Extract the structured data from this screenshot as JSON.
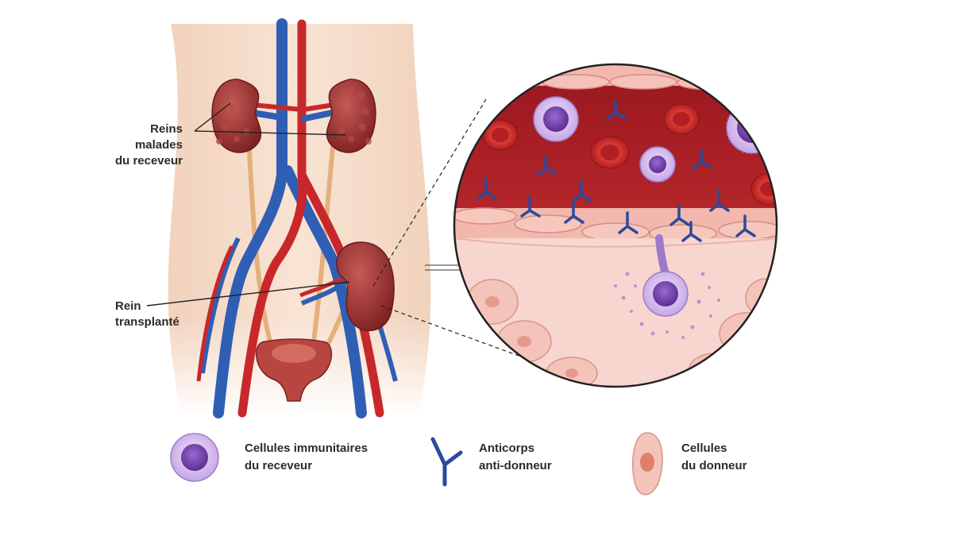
{
  "labels": {
    "diseased_kidneys": {
      "line1": "Reins malades",
      "line2": "du receveur"
    },
    "transplanted_kidney": {
      "line1": "Rein",
      "line2": "transplanté"
    }
  },
  "legend": [
    {
      "icon": "immune-cell-icon",
      "line1": "Cellules immunitaires",
      "line2": "du receveur"
    },
    {
      "icon": "antibody-icon",
      "line1": "Anticorps",
      "line2": "anti-donneur"
    },
    {
      "icon": "donor-cell-icon",
      "line1": "Cellules",
      "line2": "du donneur"
    }
  ],
  "colors": {
    "skin": "#f6dcc8",
    "artery": "#c8282b",
    "vein": "#2f5fb5",
    "kidney": "#9c2f30",
    "blood": "#a51c22",
    "endothelium": "#f3b7ac",
    "immune_cell": "#7b4fb0",
    "antibody": "#2b4a9c"
  }
}
